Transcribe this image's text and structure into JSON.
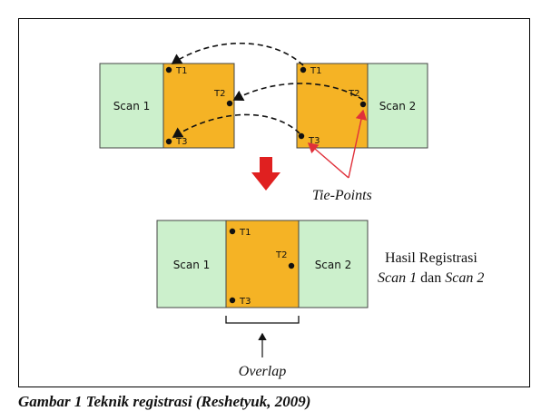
{
  "colors": {
    "scan_bg": "#ccf0cc",
    "overlap": "#f5b325",
    "arrow_red": "#e02020",
    "tie_line_red": "#e0303a"
  },
  "top": {
    "scan1_label": "Scan 1",
    "scan2_label": "Scan 2",
    "left_points": [
      "T1",
      "T2",
      "T3"
    ],
    "right_points": [
      "T1",
      "T2",
      "T3"
    ],
    "tie_points_label": "Tie-Points"
  },
  "bottom": {
    "scan1_label": "Scan 1",
    "scan2_label": "Scan 2",
    "points": [
      "T1",
      "T2",
      "T3"
    ],
    "result_line1": "Hasil Registrasi",
    "result_scan1": "Scan 1",
    "result_and": "dan",
    "result_scan2": "Scan 2",
    "overlap_label": "Overlap"
  },
  "caption": "Gambar 1 Teknik registrasi (Reshetyuk, 2009)"
}
